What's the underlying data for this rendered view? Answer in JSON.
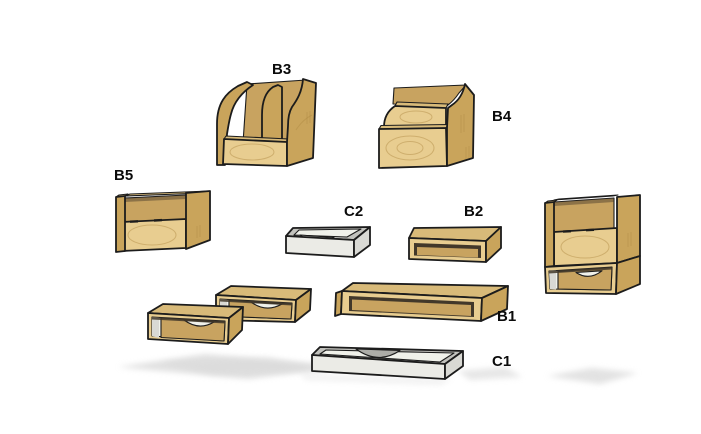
{
  "scene": {
    "type": "3d-parts-diagram",
    "background": "#ffffff",
    "description": "Plywood desk-organizer modules shown in axonometric view with part labels"
  },
  "labels": [
    {
      "id": "b3",
      "text": "B3"
    },
    {
      "id": "b4",
      "text": "B4"
    },
    {
      "id": "b5",
      "text": "B5"
    },
    {
      "id": "c2",
      "text": "C2"
    },
    {
      "id": "b2",
      "text": "B2"
    },
    {
      "id": "b1",
      "text": "B1"
    },
    {
      "id": "c1",
      "text": "C1"
    }
  ],
  "colors": {
    "scene_bg": "#ffffff",
    "outline": "#1c1c1c",
    "wood_top": "#D8BA79",
    "wood_side": "#C9A45B",
    "wood_front": "#E8CD90",
    "wood_inner": "#C8A360",
    "wood_grain": "#B08A43",
    "interior_shadow": "#42382a",
    "tray_top": "#C2C2BD",
    "tray_front": "#EBEBE6",
    "tray_side": "#D9D9D4",
    "tray_inner": "#F0F1EA",
    "tray_shade": "#ADADA8",
    "ground_shadow": "#D7D7D7",
    "label_color": "#0b0b0b"
  }
}
